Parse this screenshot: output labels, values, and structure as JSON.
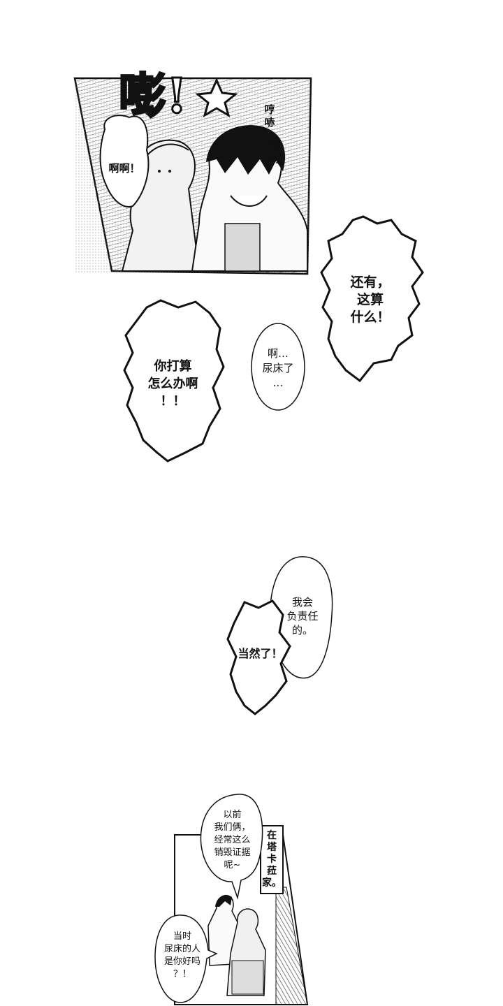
{
  "panel1": {
    "sfx_big": "嘭!",
    "sfx_side_1": "哼哧",
    "sfx_side_2": "哼哧",
    "bubble_left": "啊啊！"
  },
  "bubbles": {
    "whatever_this": "还有，\n这算\n什么！",
    "what_do": "你打算\n怎么办啊\n！！",
    "wet_bed": "啊…\n尿床了\n…",
    "responsible": "我会\n负责任\n的。",
    "of_course": "当然了！"
  },
  "panel3": {
    "caption": "在\n塔\n卡\n菈\n家。",
    "bubble_top": "以前\n我们俩，\n经常这么\n销毁证据\n呢~",
    "bubble_bottom": "当时\n尿床的人\n是你好吗\n？！"
  },
  "colors": {
    "ink": "#111111",
    "paper": "#ffffff",
    "tone": "#9a9a9a"
  }
}
